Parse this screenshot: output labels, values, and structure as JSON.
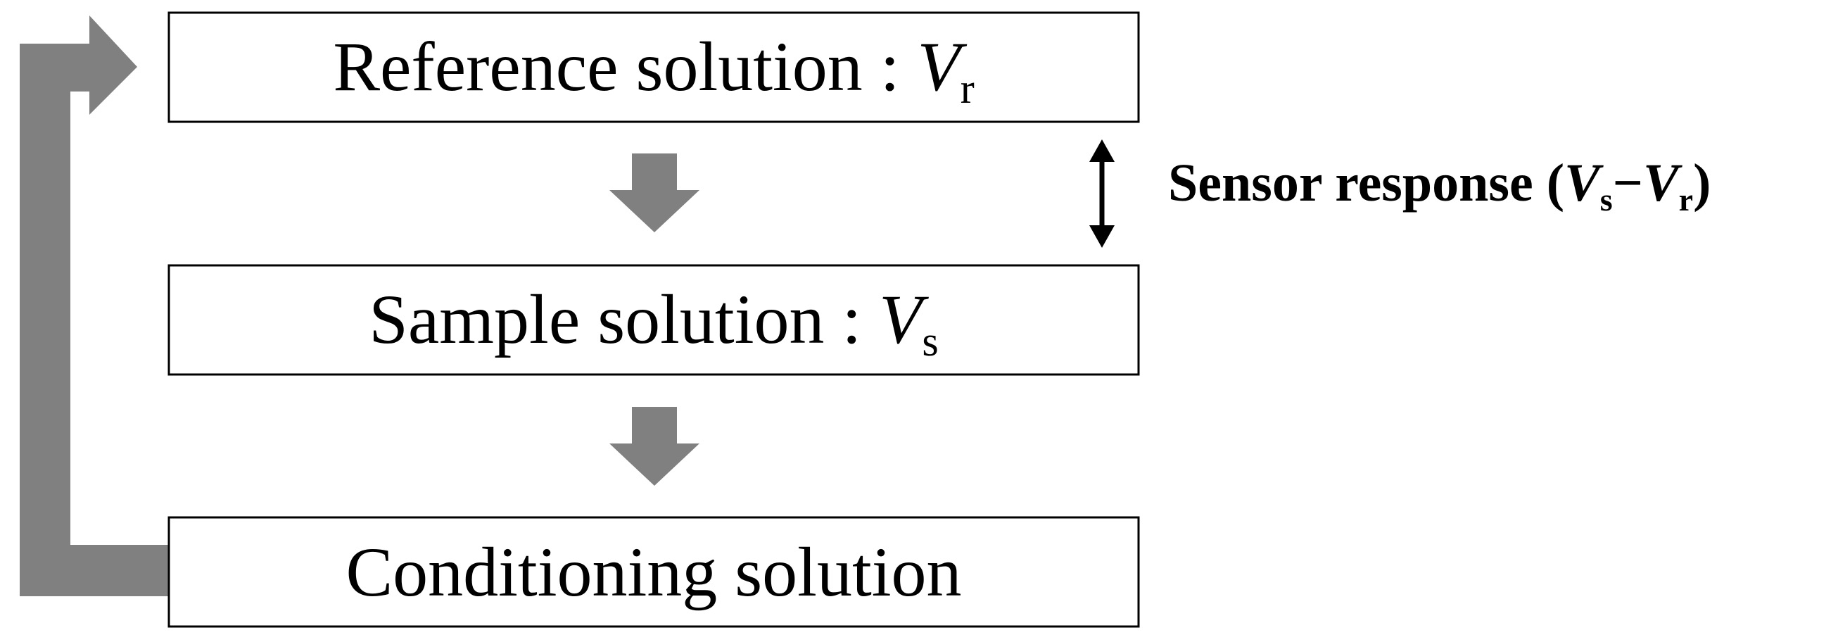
{
  "diagram": {
    "boxes": [
      {
        "label": "Reference solution : ",
        "var": "V",
        "sub": "r"
      },
      {
        "label": "Sample solution : ",
        "var": "V",
        "sub": "s"
      },
      {
        "label": "Conditioning solution"
      }
    ],
    "sensor_response": {
      "label": "Sensor response (",
      "var1": "V",
      "sub1": "s",
      "minus": "−",
      "var2": "V",
      "sub2": "r",
      "close": ")"
    },
    "colors": {
      "flow_arrow": "#808080",
      "box_border": "#000000",
      "text": "#000000"
    }
  }
}
